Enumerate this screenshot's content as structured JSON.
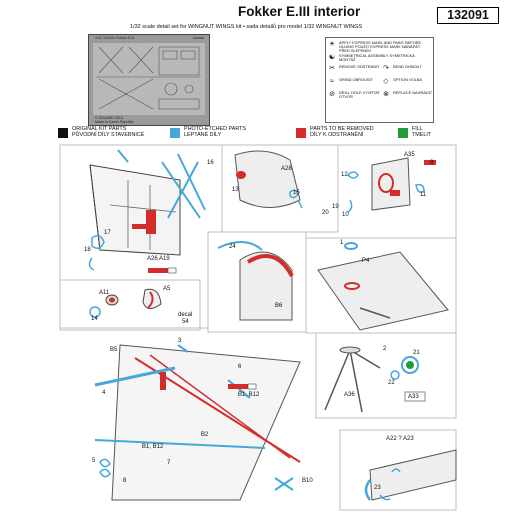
{
  "header": {
    "title": "Fokker E.III interior",
    "code": "132091",
    "subtitle": "1/32 scale detail set for WINGNUT WINGS kit • sada detailů pro model 1/32 WINGNUT WINGS"
  },
  "fret": {
    "top_label": "1/32 132091 Fokker E.III",
    "brand": "eduard",
    "copyright": "© EDUARD 2013",
    "made_in": "Made in Czech Republic"
  },
  "legend": {
    "items": [
      {
        "icon": "☀",
        "text": "APPLY EXPRESS MASK AND PAINT BEFORE GLUING POUŽIT EXPRESS MASK NANÁPÁT PŘED SLEPENÍM"
      },
      {
        "icon": "☯",
        "text": "SYMMETRICAL ASSEMBLY SYMETRICKÁ MONTÁŽ"
      },
      {
        "icon": "✂",
        "text": "REMOVE ODSTRANIT"
      },
      {
        "icon": "↷",
        "text": "BEND OHNOUT"
      },
      {
        "icon": "⊘",
        "text": "DRILL HOLE VYVRTAT OTVOR"
      },
      {
        "icon": "◇",
        "text": "OPTION VOLBA"
      },
      {
        "icon": "⊗",
        "text": "REPLACE NAHRADIT"
      },
      {
        "icon": "≈",
        "text": "GRIND OBROUSIT"
      }
    ]
  },
  "color_key": [
    {
      "color": "#111111",
      "line1": "ORIGINAL KIT PARTS",
      "line2": "PŮVODNÍ DÍLY STAVEBNICE"
    },
    {
      "color": "#45a8d8",
      "line1": "PHOTO-ETCHED PARTS",
      "line2": "LEPTANÉ DÍLY"
    },
    {
      "color": "#d42b2b",
      "line1": "PARTS TO BE REMOVED",
      "line2": "DÍLY K ODSTRANĚNÍ"
    },
    {
      "color": "#1e9c3a",
      "line1": "FILL",
      "line2": "TMELIT"
    }
  ],
  "labels": {
    "a28": "A28",
    "a35": "A35",
    "a26_a19": "A26  A19",
    "a11": "A11",
    "a5": "A5",
    "decal": "decal",
    "decal_no": "54",
    "b6": "B6",
    "p4": "P4",
    "b5": "B5",
    "b1_b12a": "B1, B12",
    "b1_b12b": "B1, B12",
    "b2": "B2",
    "b10": "B10",
    "a36": "A36",
    "a33": "A33",
    "a22_a23": "A22 ? A23"
  },
  "numbers": [
    "16",
    "17",
    "18",
    "13",
    "14",
    "15",
    "6",
    "4",
    "5",
    "10",
    "12",
    "11",
    "20",
    "19",
    "9",
    "7",
    "8",
    "24",
    "3",
    "1",
    "2",
    "21",
    "22",
    "23"
  ]
}
